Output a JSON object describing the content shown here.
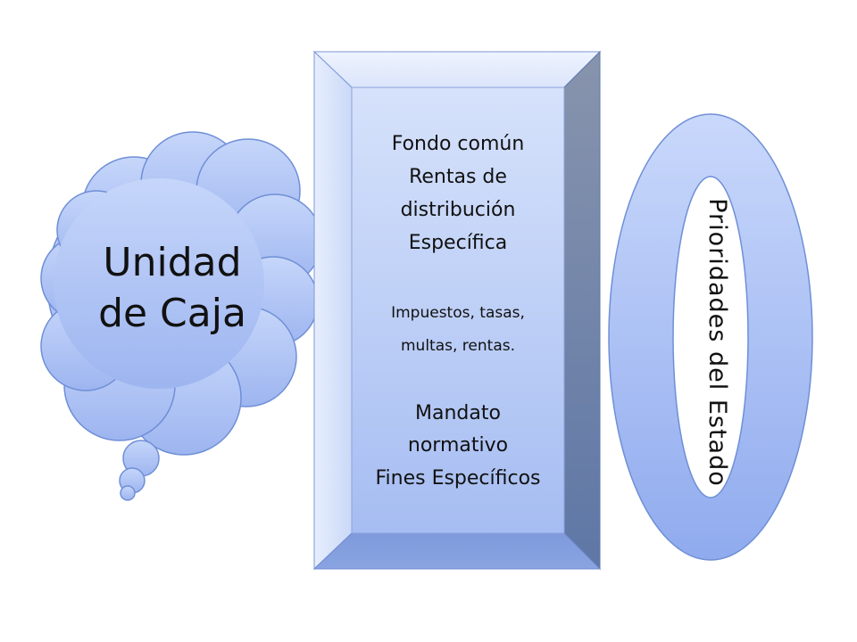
{
  "cloud": {
    "line1": "Unidad",
    "line2": "de Caja"
  },
  "bevel": {
    "block1": [
      "Fondo común",
      "Rentas de",
      "distribución",
      "Específica"
    ],
    "block2": [
      "Impuestos, tasas,",
      "multas, rentas."
    ],
    "block3": [
      "Mandato",
      "normativo",
      "Fines Específicos"
    ]
  },
  "ring": {
    "label": "Prioridades del Estado"
  },
  "colors": {
    "fill_light": "#d6e2fb",
    "fill_mid": "#a9c0f4",
    "fill_dark": "#7f9de6",
    "stroke": "#6f8fd6",
    "bevel_right": "#6a7fa8",
    "bevel_bottom": "#7d97d6"
  }
}
